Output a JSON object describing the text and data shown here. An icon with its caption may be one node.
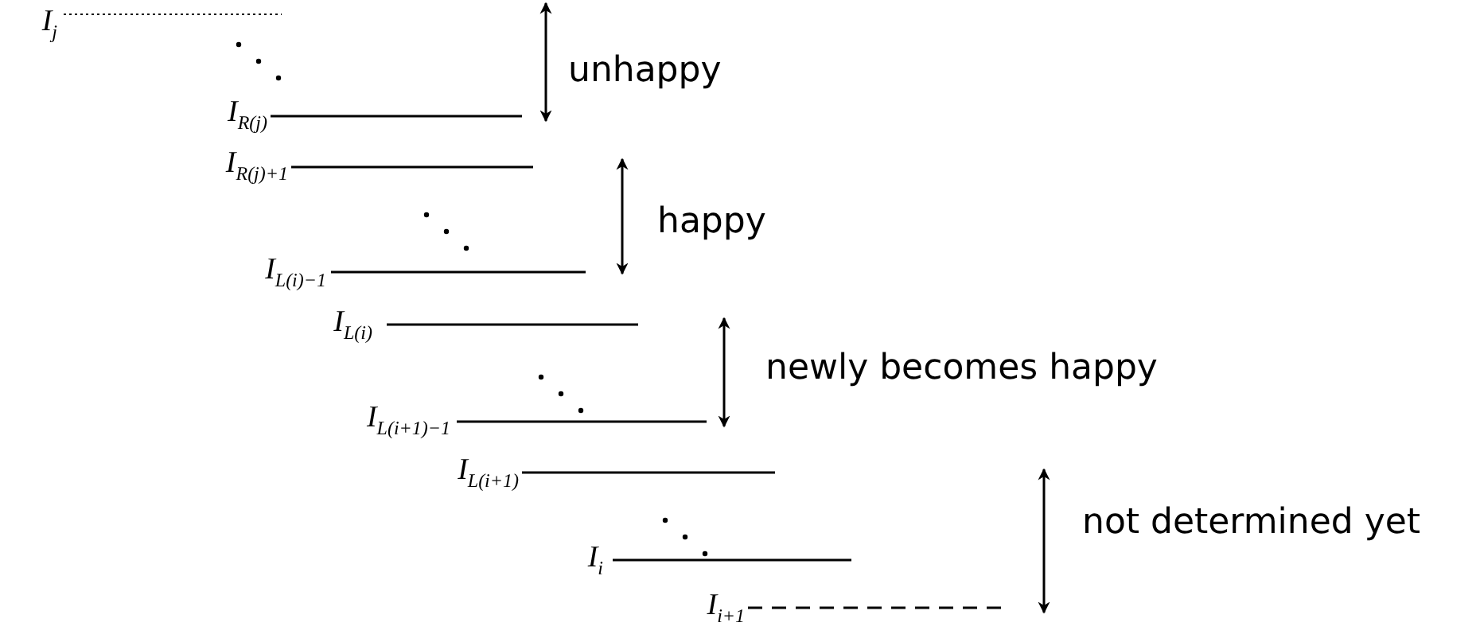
{
  "diagram": {
    "labels": [
      "*I*$_{j}$",
      "unhappy",
      "*I*$_{R(j)}$",
      "*I*$_{R(j)+1}$",
      "happy",
      "*I*$_{L(i)−1}$",
      "*I*$_{L(i)}$",
      "newly becomes happy",
      "*I*$_{L(i+1)−1}$",
      "*I*$_{L(i+1)}$",
      "not determined yet",
      "*I*$_{i}$",
      "*I*$_{i+1}$"
    ]
  }
}
